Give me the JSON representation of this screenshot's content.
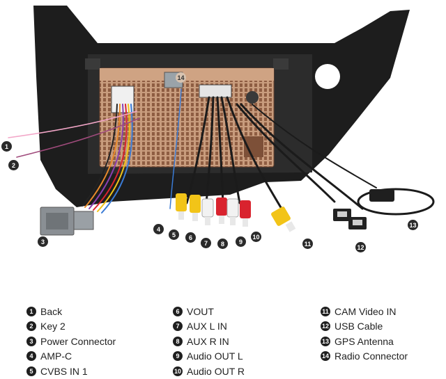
{
  "callouts": [
    "1",
    "2",
    "3",
    "4",
    "5",
    "6",
    "7",
    "8",
    "9",
    "10",
    "11",
    "12",
    "13",
    "14"
  ],
  "legend": [
    [
      {
        "num": "1",
        "label": "Back"
      },
      {
        "num": "2",
        "label": "Key 2"
      },
      {
        "num": "3",
        "label": "Power Connector"
      },
      {
        "num": "4",
        "label": "AMP-C"
      },
      {
        "num": "5",
        "label": "CVBS IN 1"
      }
    ],
    [
      {
        "num": "6",
        "label": "VOUT"
      },
      {
        "num": "7",
        "label": "AUX L IN"
      },
      {
        "num": "8",
        "label": "AUX R IN"
      },
      {
        "num": "9",
        "label": "Audio OUT L"
      },
      {
        "num": "10",
        "label": "Audio OUT R"
      }
    ],
    [
      {
        "num": "11",
        "label": "CAM Video IN"
      },
      {
        "num": "12",
        "label": "USB Cable"
      },
      {
        "num": "13",
        "label": "GPS Antenna"
      },
      {
        "num": "14",
        "label": "Radio Connector"
      }
    ]
  ],
  "colors": {
    "frame": "#1b1b1b",
    "board": "#c79a7a",
    "board_grid": "#8f5f44",
    "rca_yellow": "#f2c418",
    "rca_white": "#f2f2f2",
    "rca_red": "#d9232e",
    "callout": "#2a2a2a"
  }
}
